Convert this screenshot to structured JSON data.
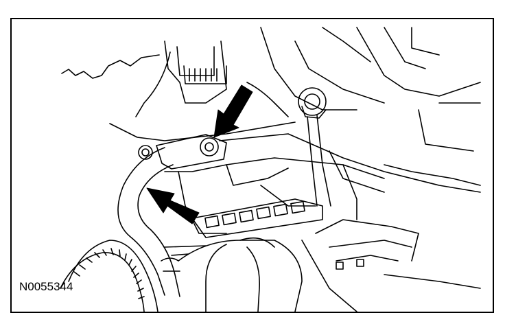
{
  "figure": {
    "id_label": "N0055344"
  },
  "colors": {
    "line": "#000000",
    "background": "#ffffff",
    "callout_arrow": "#000000"
  },
  "callouts": [
    {
      "name": "upper-arrow",
      "target": "bolt"
    },
    {
      "name": "lower-arrow",
      "target": "hose-bracket"
    }
  ]
}
